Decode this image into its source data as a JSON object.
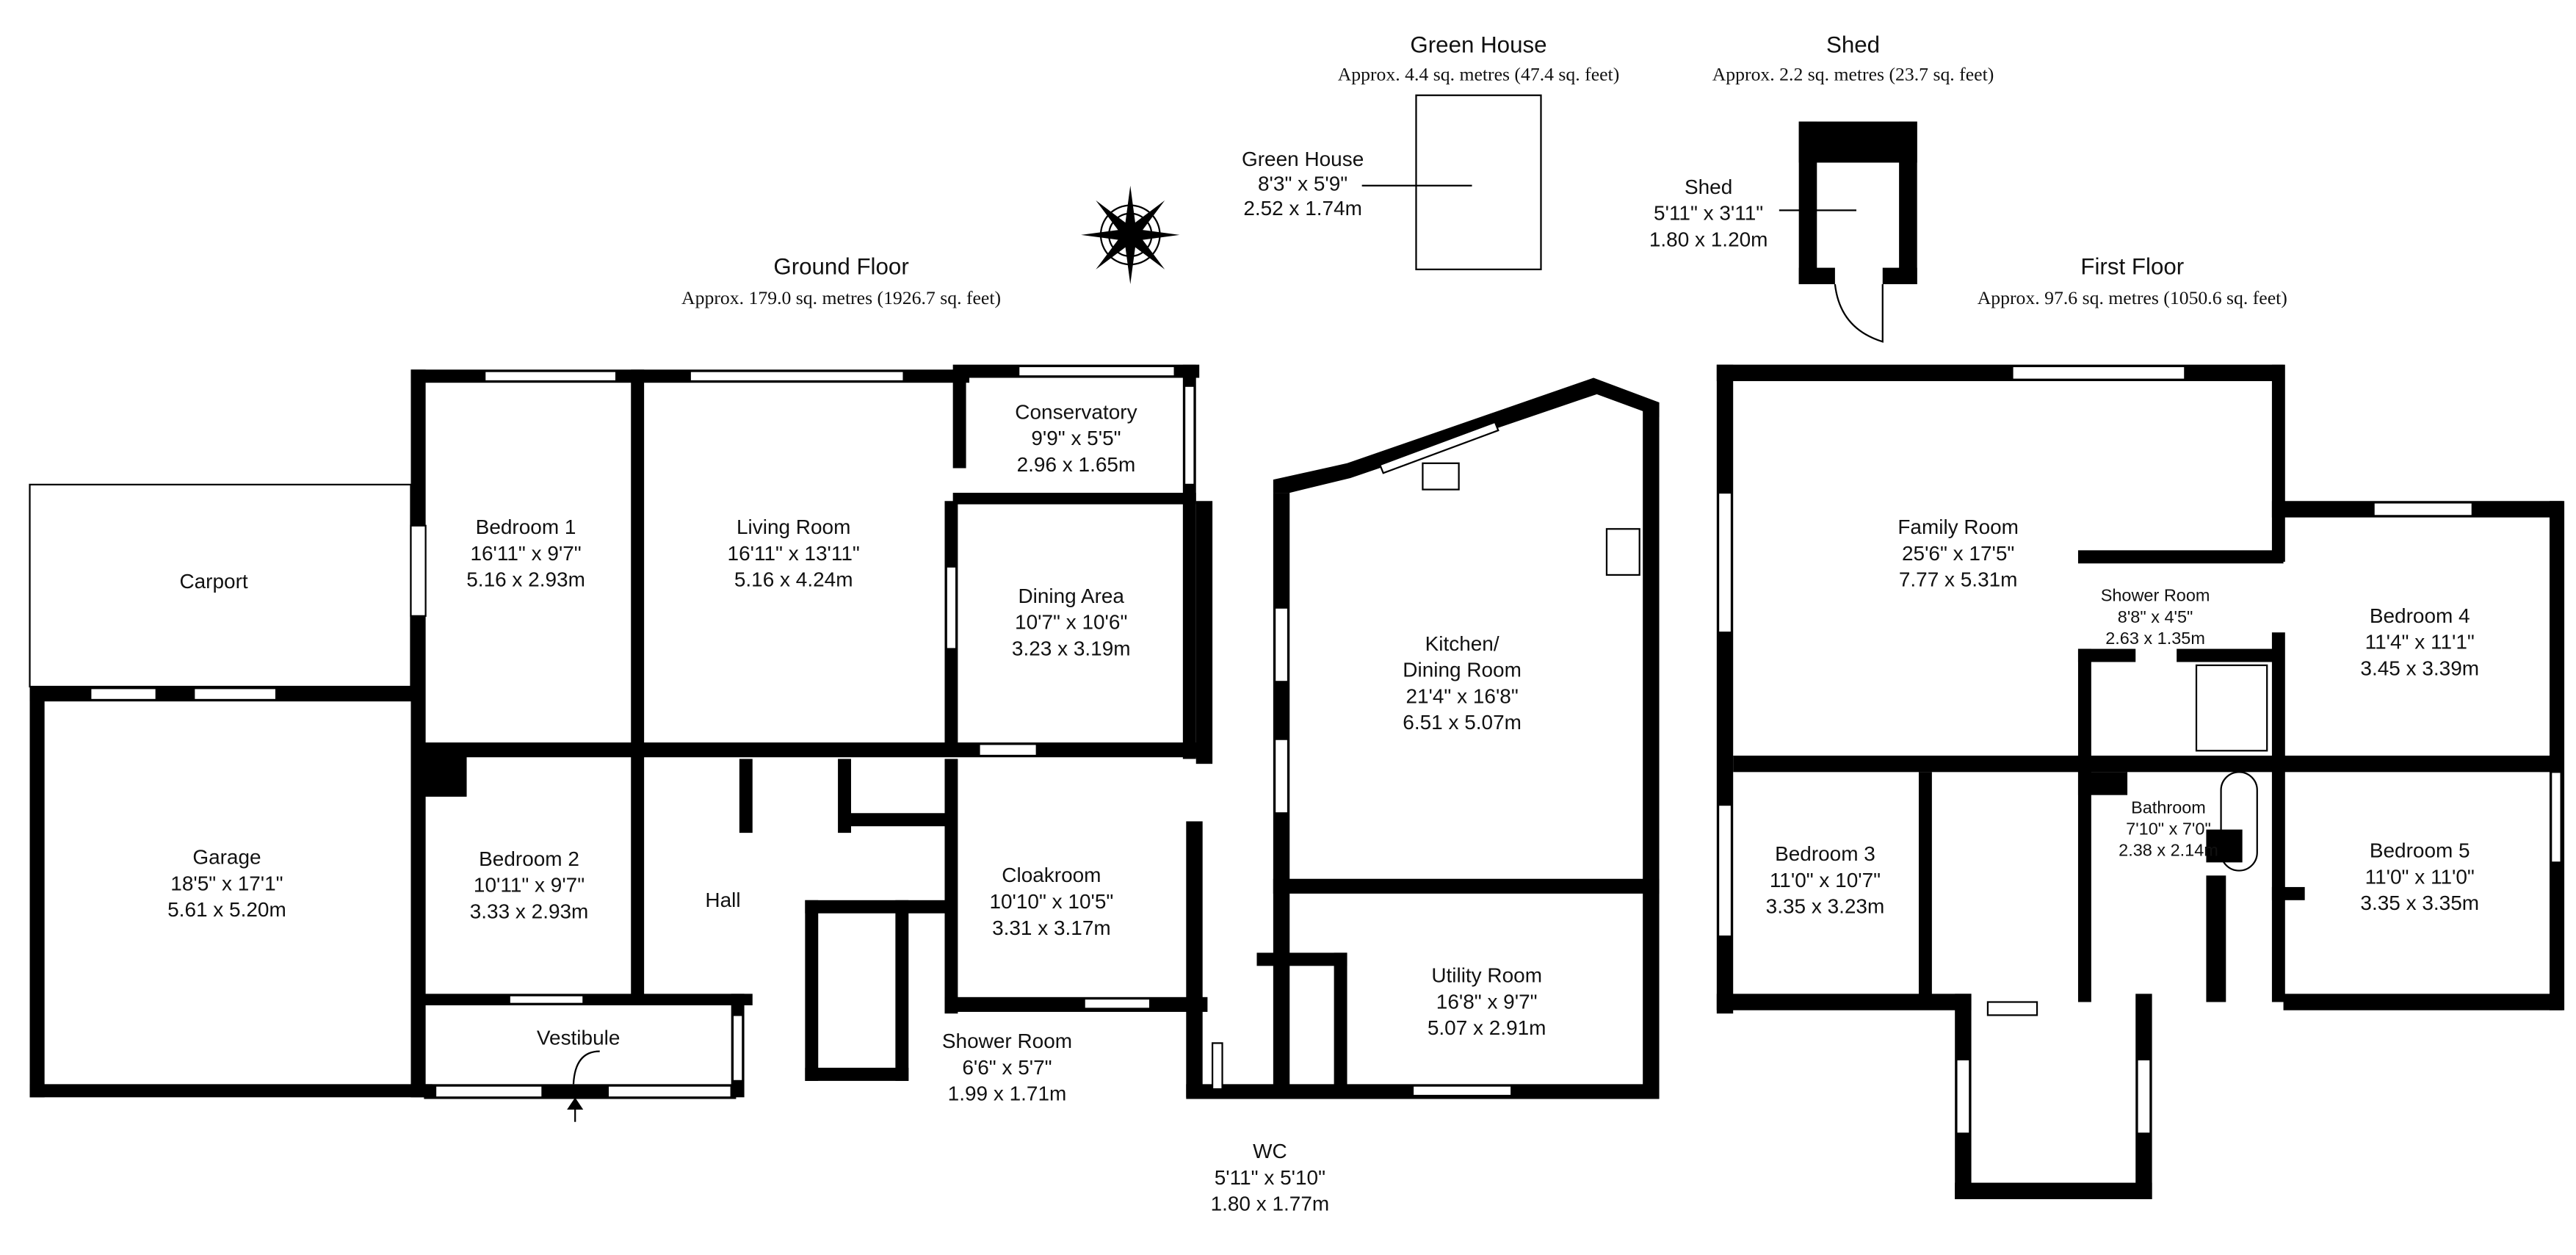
{
  "sections": {
    "ground": {
      "title": "Ground Floor",
      "area": "Approx. 179.0 sq. metres (1926.7 sq. feet)"
    },
    "first": {
      "title": "First Floor",
      "area": "Approx. 97.6 sq. metres (1050.6 sq. feet)"
    },
    "greenhouse": {
      "title": "Green House",
      "area": "Approx. 4.4 sq. metres (47.4 sq. feet)"
    },
    "shed": {
      "title": "Shed",
      "area": "Approx. 2.2 sq. metres (23.7 sq. feet)"
    }
  },
  "rooms": {
    "greenhouse": {
      "name": "Green House",
      "imperial": "8'3\" x 5'9\"",
      "metric": "2.52 x 1.74m"
    },
    "shed": {
      "name": "Shed",
      "imperial": "5'11\" x 3'11\"",
      "metric": "1.80 x 1.20m"
    },
    "carport": {
      "name": "Carport"
    },
    "garage": {
      "name": "Garage",
      "imperial": "18'5\" x 17'1\"",
      "metric": "5.61 x 5.20m"
    },
    "bedroom1": {
      "name": "Bedroom 1",
      "imperial": "16'11\" x 9'7\"",
      "metric": "5.16 x 2.93m"
    },
    "living": {
      "name": "Living Room",
      "imperial": "16'11\" x 13'11\"",
      "metric": "5.16 x 4.24m"
    },
    "conservatory": {
      "name": "Conservatory",
      "imperial": "9'9\" x 5'5\"",
      "metric": "2.96 x 1.65m"
    },
    "dining": {
      "name": "Dining Area",
      "imperial": "10'7\" x 10'6\"",
      "metric": "3.23 x 3.19m"
    },
    "kitchen": {
      "name1": "Kitchen/",
      "name2": "Dining Room",
      "imperial": "21'4\" x 16'8\"",
      "metric": "6.51 x 5.07m"
    },
    "bedroom2": {
      "name": "Bedroom 2",
      "imperial": "10'11\" x 9'7\"",
      "metric": "3.33 x 2.93m"
    },
    "hall": {
      "name": "Hall"
    },
    "cloakroom": {
      "name": "Cloakroom",
      "imperial": "10'10\" x 10'5\"",
      "metric": "3.31 x 3.17m"
    },
    "vestibule": {
      "name": "Vestibule"
    },
    "shower_gf": {
      "name": "Shower Room",
      "imperial": "6'6\" x 5'7\"",
      "metric": "1.99 x 1.71m"
    },
    "utility": {
      "name": "Utility Room",
      "imperial": "16'8\" x 9'7\"",
      "metric": "5.07 x 2.91m"
    },
    "wc": {
      "name": "WC",
      "imperial": "5'11\" x 5'10\"",
      "metric": "1.80 x 1.77m"
    },
    "family": {
      "name": "Family Room",
      "imperial": "25'6\" x 17'5\"",
      "metric": "7.77 x 5.31m"
    },
    "shower_ff": {
      "name": "Shower Room",
      "imperial": "8'8\" x 4'5\"",
      "metric": "2.63 x 1.35m"
    },
    "bedroom4": {
      "name": "Bedroom 4",
      "imperial": "11'4\" x 11'1\"",
      "metric": "3.45 x 3.39m"
    },
    "bedroom3": {
      "name": "Bedroom 3",
      "imperial": "11'0\" x 10'7\"",
      "metric": "3.35 x 3.23m"
    },
    "bathroom": {
      "name": "Bathroom",
      "imperial": "7'10\" x 7'0\"",
      "metric": "2.38 x 2.14m"
    },
    "bedroom5": {
      "name": "Bedroom 5",
      "imperial": "11'0\" x 11'0\"",
      "metric": "3.35 x 3.35m"
    }
  }
}
